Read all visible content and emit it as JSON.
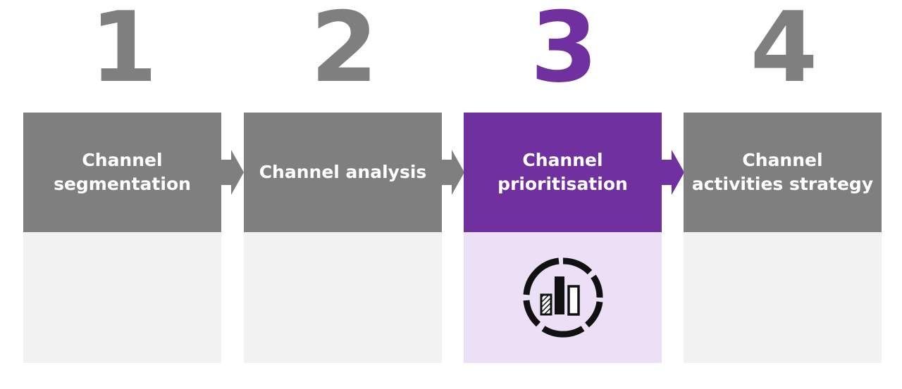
{
  "colors": {
    "gray_number": "#7f7f7f",
    "gray_header": "#7f7f7f",
    "gray_body": "#f2f2f2",
    "purple_number": "#7030a0",
    "purple_header": "#7030a0",
    "purple_body": "#ebe0f5",
    "arrow_gray": "#7f7f7f",
    "arrow_purple": "#7030a0"
  },
  "steps": [
    {
      "number": "1",
      "label": "Channel\nsegmentation",
      "active": false
    },
    {
      "number": "2",
      "label": "Channel analysis",
      "active": false
    },
    {
      "number": "3",
      "label": "Channel\nprioritisation",
      "active": true,
      "icon": "chart-priority-icon"
    },
    {
      "number": "4",
      "label": "Channel\nactivities strategy",
      "active": false
    }
  ]
}
